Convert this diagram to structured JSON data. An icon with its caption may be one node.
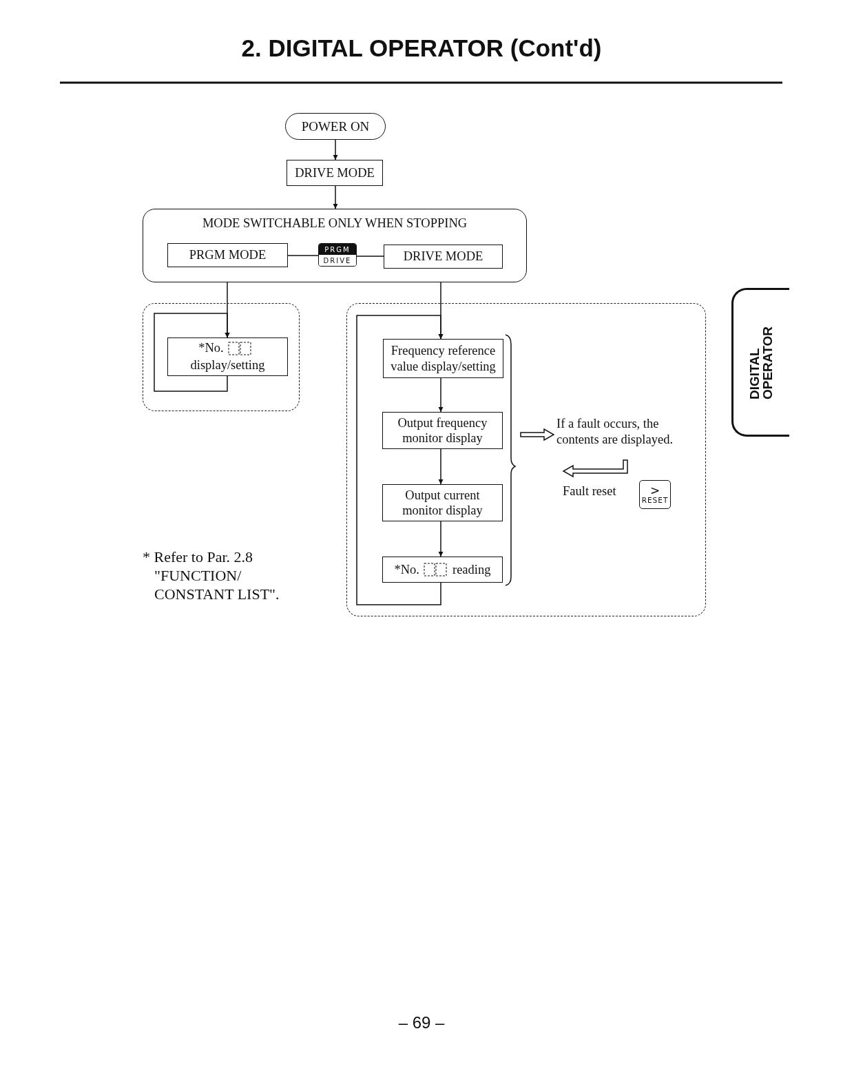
{
  "diagram": {
    "title": "2. DIGITAL OPERATOR (Cont'd)",
    "nodes": [
      {
        "text": [
          "POWER ON"
        ]
      },
      {
        "text": [
          "DRIVE MODE"
        ]
      },
      {
        "text": [
          "MODE SWITCHABLE ONLY WHEN STOPPING"
        ]
      },
      {
        "text": [
          "PRGM MODE"
        ],
        "in": 2
      },
      {
        "text": [
          "PRGM",
          "DRIVE"
        ],
        "in": 2
      },
      {
        "text": [
          "DRIVE MODE"
        ],
        "in": 2
      },
      {
        "text": [],
        "shape": "box"
      },
      {
        "text": [
          "*No.",
          "display/setting"
        ],
        "in": 6
      },
      {
        "text": [],
        "shape": "box"
      },
      {
        "text": [
          "Frequency reference value display/setting"
        ],
        "in": 8
      },
      {
        "text": [
          "Output frequency monitor display"
        ],
        "in": 8
      },
      {
        "text": [
          "Output current monitor display"
        ],
        "in": 8
      },
      {
        "text": [
          "*No.",
          "reading"
        ],
        "in": 8
      },
      {
        "text": [
          "If a fault occurs, the contents are displayed."
        ],
        "in": 8
      },
      {
        "text": [
          ">",
          "RESET"
        ],
        "in": 8,
        "beside": [
          "Fault reset"
        ]
      },
      {
        "text": [
          "DIGITAL OPERATOR"
        ]
      }
    ],
    "edges": [
      {
        "from": 0,
        "to": 1,
        "arrow": "to"
      },
      {
        "from": 1,
        "to": 2,
        "arrow": "to"
      },
      {
        "from": 3,
        "to": 4,
        "arrow": "none"
      },
      {
        "from": 4,
        "to": 5,
        "arrow": "none"
      },
      {
        "from": 2,
        "to": 7,
        "arrow": "to"
      },
      {
        "from": 7,
        "to": 7,
        "arrow": "to"
      },
      {
        "from": 2,
        "to": 9,
        "arrow": "to"
      },
      {
        "from": 9,
        "to": 10,
        "arrow": "to"
      },
      {
        "from": 10,
        "to": 11,
        "arrow": "to"
      },
      {
        "from": 11,
        "to": 12,
        "arrow": "to"
      },
      {
        "from": 12,
        "to": 9,
        "arrow": "to"
      },
      {
        "from": null,
        "to": 13,
        "arrow": "to",
        "style": "thick"
      },
      {
        "from": 13,
        "to": null,
        "arrow": "to",
        "style": "thick"
      }
    ],
    "labels": [
      "* Refer to Par. 2.8 \"FUNCTION/ CONSTANT LIST\".",
      "– 69 –"
    ]
  }
}
